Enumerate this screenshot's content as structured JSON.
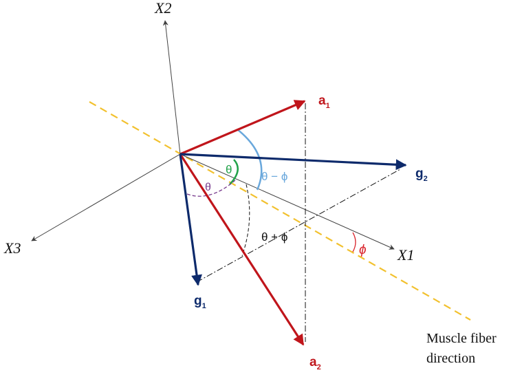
{
  "axes": {
    "x1": "X1",
    "x2": "X2",
    "x3": "X3"
  },
  "vectors": {
    "a1": {
      "base": "a",
      "sub": "1"
    },
    "a2": {
      "base": "a",
      "sub": "2"
    },
    "g1": {
      "base": "g",
      "sub": "1"
    },
    "g2": {
      "base": "g",
      "sub": "2"
    }
  },
  "angles": {
    "theta_green": "θ",
    "theta_purple": "θ",
    "theta_minus_phi": "θ − ϕ",
    "theta_plus_phi": "θ + ϕ",
    "phi": "ϕ"
  },
  "annotation": {
    "line1": "Muscle fiber",
    "line2": "direction"
  },
  "colors": {
    "axis": "#404040",
    "fiber": "#f2c12e",
    "vector_a": "#c0151b",
    "vector_g": "#0d2a6b",
    "angle_theta_green": "#22a24a",
    "angle_theta_purple": "#7a3e8f",
    "angle_theta_minus_phi": "#6aa8dc",
    "angle_phi": "#d9222a",
    "projection": "#111111"
  }
}
